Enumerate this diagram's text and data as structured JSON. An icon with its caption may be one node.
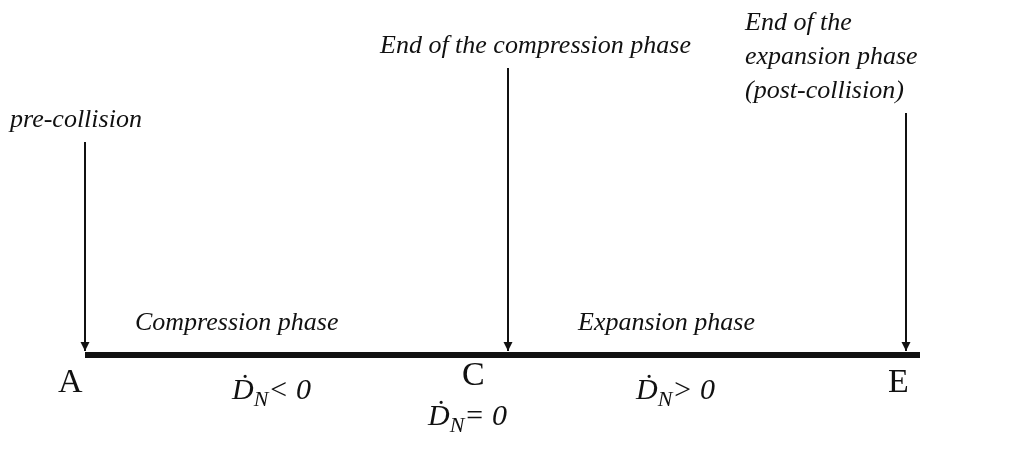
{
  "diagram": {
    "nodes": [
      {
        "text": [
          "pre-collision"
        ]
      },
      {
        "text": [
          "End of the compression phase"
        ]
      },
      {
        "text": [
          "End of the expansion phase (post-collision)"
        ]
      },
      {
        "text": [],
        "shape": "bar"
      }
    ],
    "edges": [
      {
        "from": 0,
        "to": 3,
        "arrow": "to"
      },
      {
        "from": 1,
        "to": 3,
        "arrow": "to"
      },
      {
        "from": 2,
        "to": 3,
        "arrow": "to"
      }
    ],
    "labels": [
      "Compression phase",
      "Expansion phase",
      "A",
      "Ḋ$_{N}$< 0",
      "C",
      "Ḋ$_{N}$> 0",
      "E",
      "Ḋ$_{N}$= 0"
    ]
  }
}
